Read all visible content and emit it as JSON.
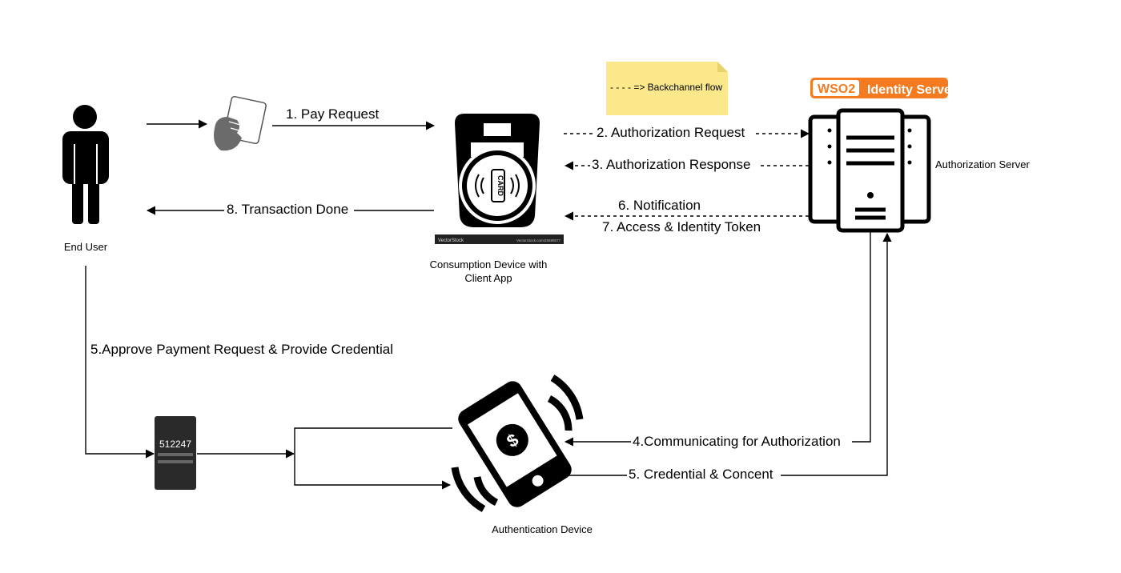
{
  "nodes": {
    "end_user": "End User",
    "consumption_device": [
      "Consumption Device with",
      "Client App"
    ],
    "authorization_server": "Authorization Server",
    "authentication_device": "Authentication Device"
  },
  "logo": {
    "brand": "WSO2",
    "product": "Identity Server",
    "color": "#f47b20"
  },
  "legend_note": "- - - - => Backchannel flow",
  "token_code": "512247",
  "stamp": {
    "left": "VectorStock",
    "right": "VectorStock.com/25599577"
  },
  "edges": {
    "pay_request": "1. Pay Request",
    "auth_request": "2. Authorization Request",
    "auth_response": "3. Authorization Response",
    "communicating": "4.Communicating for Authorization",
    "approve": "5.Approve Payment Request &  Provide Credential",
    "credential": "5. Credential & Concent",
    "notification": "6. Notification",
    "access_token": "7. Access & Identity Token",
    "transaction_done": "8. Transaction Done"
  },
  "colors": {
    "note_fill": "#fbe88a",
    "note_fold": "#e8d26a",
    "line": "#000000"
  }
}
